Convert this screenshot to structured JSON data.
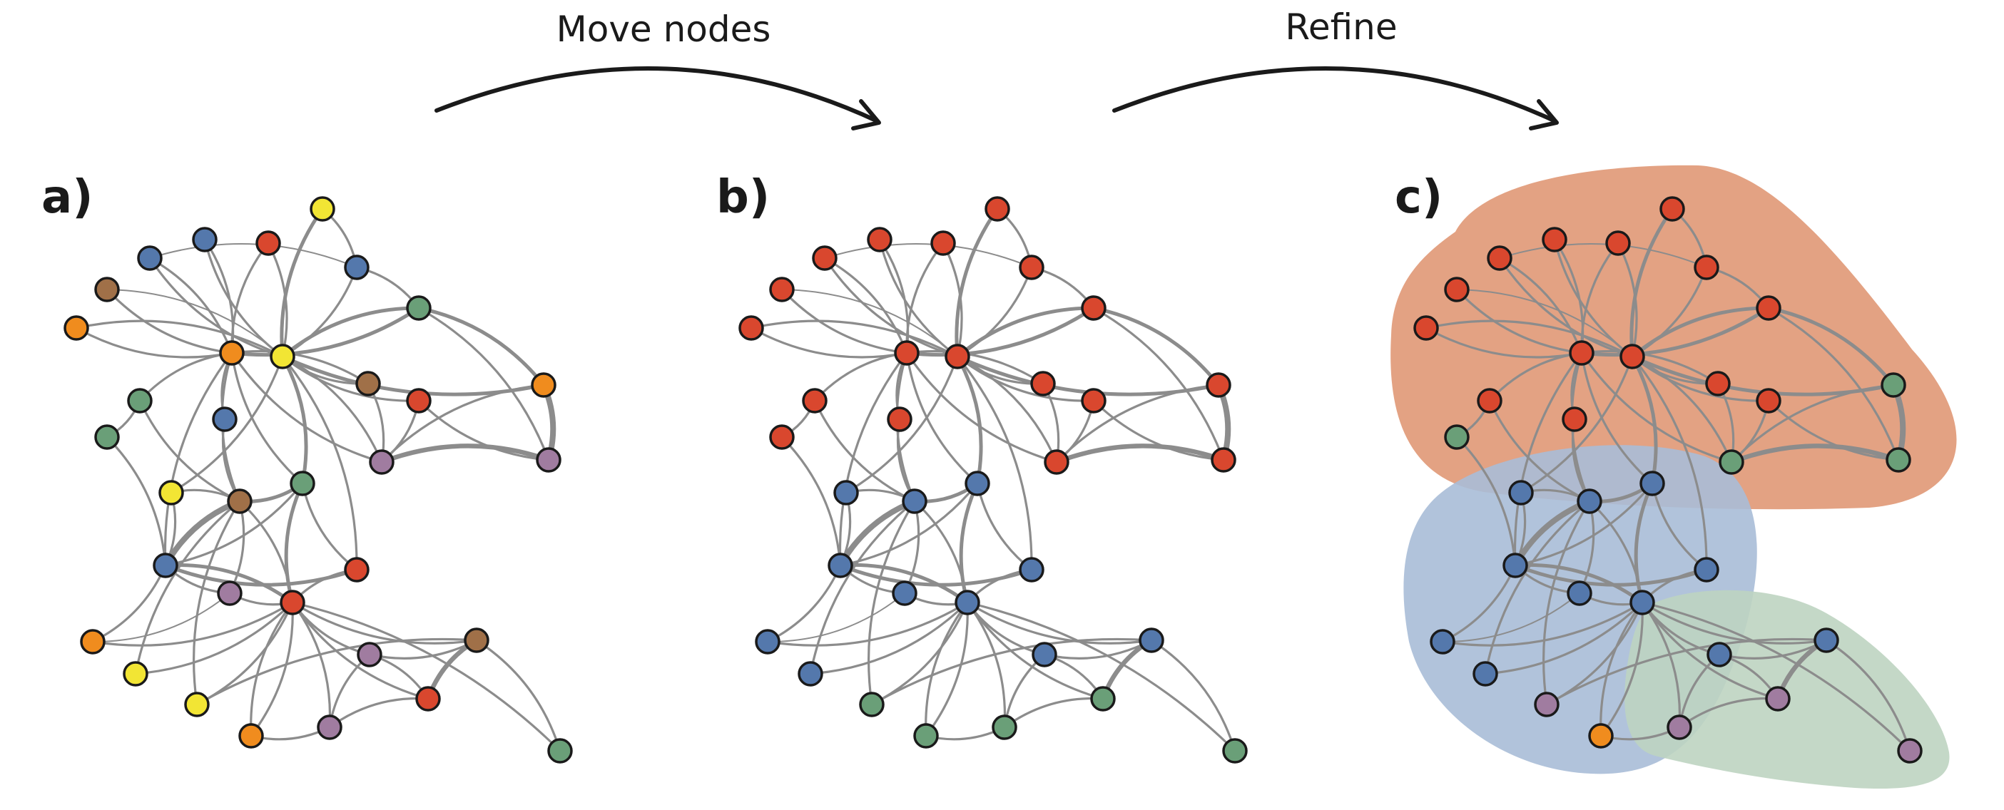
{
  "captions": {
    "move": "Move nodes",
    "refine": "Refine"
  },
  "panel_labels": {
    "a": "a)",
    "b": "b)",
    "c": "c)"
  },
  "colors": {
    "red": "#d9472e",
    "blue": "#5478ac",
    "green": "#6a9f78",
    "orange": "#f08c1e",
    "yellow": "#f2e534",
    "brown": "#a07048",
    "purple": "#a07ca0",
    "hull_red": "#e3a283",
    "hull_blue": "#a9bcd7",
    "hull_green": "#bed4c1",
    "edge": "#8c8c8c"
  },
  "graph": {
    "node_count": 34,
    "a_colors": [
      "yellow",
      "blue",
      "blue",
      "red",
      "blue",
      "brown",
      "orange",
      "orange",
      "yellow",
      "green",
      "brown",
      "orange",
      "green",
      "blue",
      "red",
      "green",
      "purple",
      "purple",
      "green",
      "yellow",
      "brown",
      "blue",
      "red",
      "purple",
      "red",
      "orange",
      "brown",
      "yellow",
      "purple",
      "yellow",
      "red",
      "purple",
      "orange",
      "green"
    ],
    "b_colors": [
      "red",
      "red",
      "red",
      "red",
      "red",
      "red",
      "red",
      "red",
      "red",
      "red",
      "red",
      "red",
      "red",
      "red",
      "red",
      "red",
      "red",
      "red",
      "blue",
      "blue",
      "blue",
      "blue",
      "blue",
      "blue",
      "blue",
      "blue",
      "blue",
      "blue",
      "blue",
      "green",
      "green",
      "green",
      "green",
      "green"
    ],
    "c_colors": [
      "red",
      "red",
      "red",
      "red",
      "red",
      "red",
      "red",
      "red",
      "red",
      "red",
      "red",
      "green",
      "red",
      "red",
      "red",
      "green",
      "green",
      "green",
      "blue",
      "blue",
      "blue",
      "blue",
      "blue",
      "blue",
      "blue",
      "blue",
      "blue",
      "blue",
      "blue",
      "purple",
      "purple",
      "purple",
      "orange",
      "purple"
    ],
    "hubs": [
      7,
      8
    ]
  }
}
